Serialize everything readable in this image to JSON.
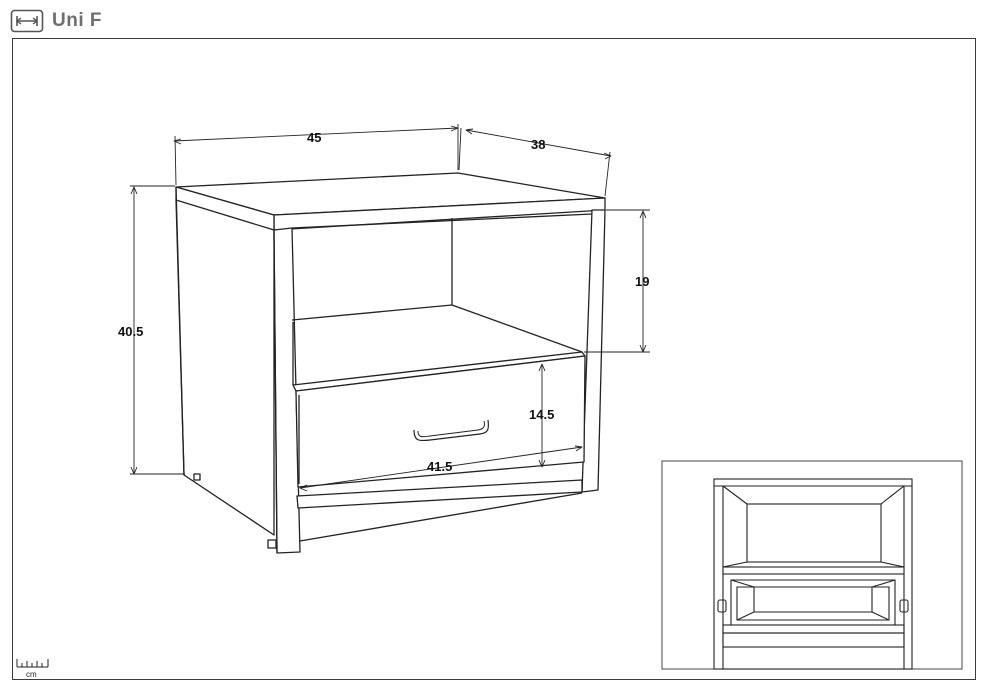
{
  "header": {
    "title": "Uni F",
    "icon": "width-measure-icon"
  },
  "dimensions": {
    "width": "45",
    "depth": "38",
    "height": "40.5",
    "shelf_height": "19",
    "drawer_height": "14.5",
    "drawer_width": "41.5"
  },
  "scale": {
    "unit": "cm",
    "icon": "ruler-icon"
  },
  "inset": {
    "description_icon": "drawer-front-view"
  }
}
